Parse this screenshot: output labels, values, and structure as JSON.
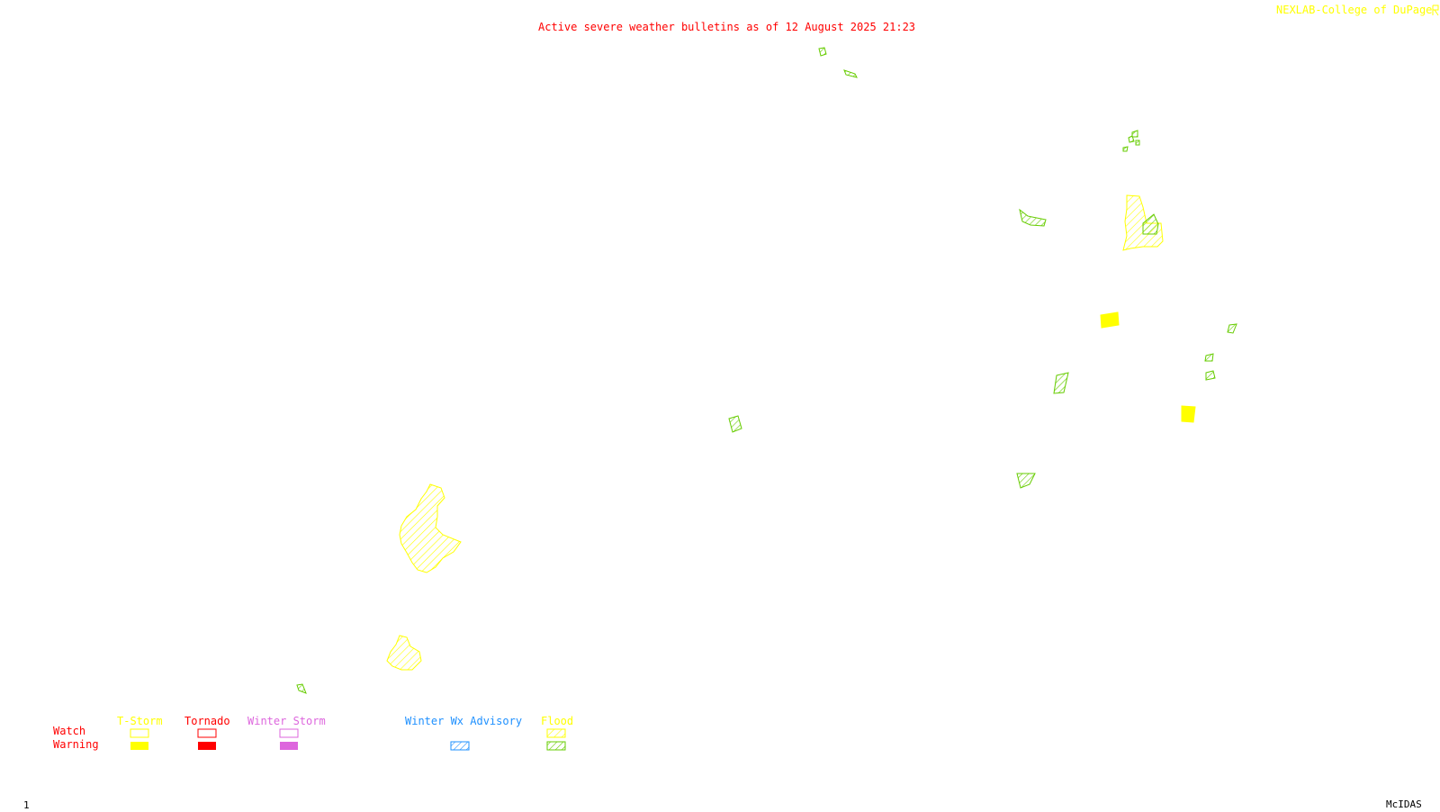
{
  "header": {
    "title": "Active severe weather bulletins as of 12 August 2025 21:23",
    "credit": "NEXLAB-College of DuPage",
    "title_color": "#ff0000",
    "credit_color": "#ffff00"
  },
  "legend": {
    "row_labels": [
      "Watch",
      "Warning"
    ],
    "row_label_color": "#ff0000",
    "categories": [
      {
        "name": "T-Storm",
        "color": "#ffff00",
        "watch": "outline",
        "warning": "solid"
      },
      {
        "name": "Tornado",
        "color": "#ff0000",
        "watch": "outline",
        "warning": "solid"
      },
      {
        "name": "Winter Storm",
        "color": "#dd66dd",
        "watch": "outline",
        "warning": "solid"
      },
      {
        "name": "Winter Wx Advisory",
        "color": "#1e90ff",
        "warning": "hatched"
      },
      {
        "name": "Flood",
        "color": "#ffff00",
        "warning_color": "#66cc00",
        "watch": "hatched",
        "warning": "hatched"
      }
    ]
  },
  "map": {
    "flood_warning_color": "#66cc00",
    "flood_watch_color": "#ffff00",
    "tstorm_warning_color": "#ffff00"
  },
  "footer": {
    "frame_number": "1",
    "software": "McIDAS"
  }
}
